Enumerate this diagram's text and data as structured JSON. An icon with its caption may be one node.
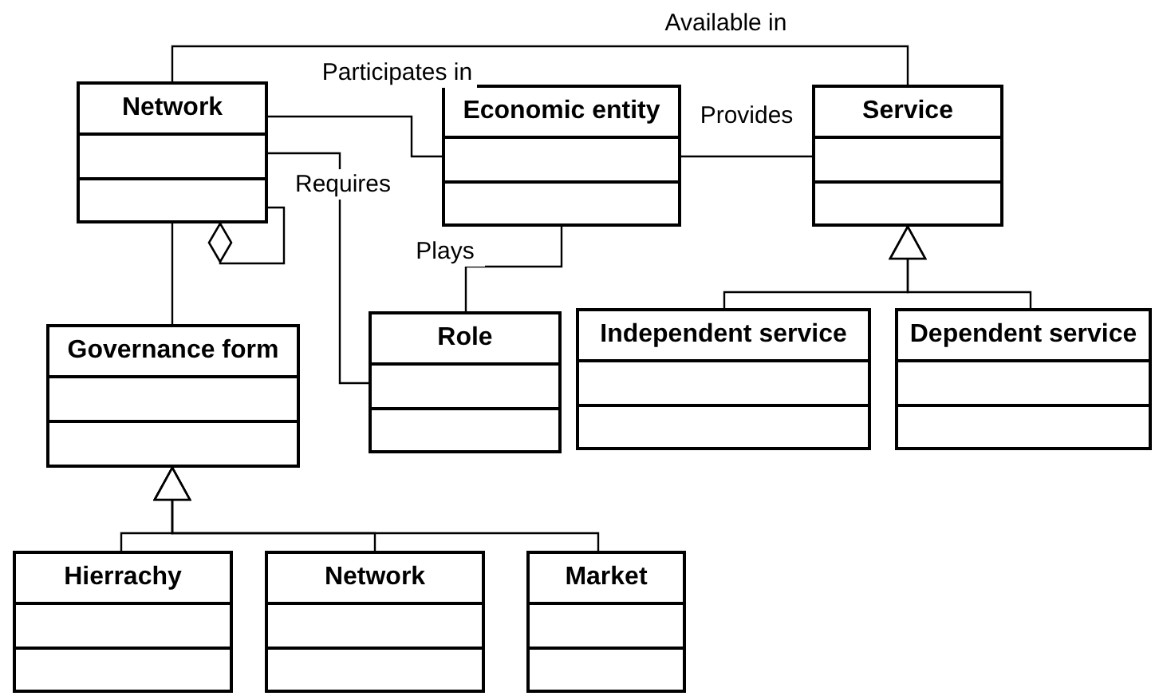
{
  "diagram": {
    "nodes": [
      {
        "text": [
          "Network"
        ]
      },
      {
        "text": [
          "Economic entity"
        ]
      },
      {
        "text": [
          "Service"
        ]
      },
      {
        "text": [
          "Governance form"
        ]
      },
      {
        "text": [
          "Role"
        ]
      },
      {
        "text": [
          "Independent service"
        ]
      },
      {
        "text": [
          "Dependent service"
        ]
      },
      {
        "text": [
          "Hierrachy"
        ]
      },
      {
        "text": [
          "Network"
        ]
      },
      {
        "text": [
          "Market"
        ]
      }
    ],
    "edges": [
      {
        "from": 0,
        "to": 2,
        "arrow": "none",
        "label": "Available in"
      },
      {
        "from": 0,
        "to": 1,
        "arrow": "none",
        "label": "Participates in"
      },
      {
        "from": 0,
        "to": 4,
        "arrow": "none",
        "label": "Requires"
      },
      {
        "from": 0,
        "to": 3,
        "arrow": "none"
      },
      {
        "from": 1,
        "to": 2,
        "arrow": "none",
        "label": "Provides"
      },
      {
        "from": 1,
        "to": 4,
        "arrow": "none",
        "label": "Plays"
      },
      {
        "from": 5,
        "to": 2,
        "arrow": "to"
      },
      {
        "from": 6,
        "to": 2,
        "arrow": "to"
      },
      {
        "from": 7,
        "to": 3,
        "arrow": "to"
      },
      {
        "from": 8,
        "to": 3,
        "arrow": "to"
      },
      {
        "from": 9,
        "to": 3,
        "arrow": "to"
      },
      {
        "from": 0,
        "to": 0,
        "arrow": "other"
      }
    ]
  }
}
